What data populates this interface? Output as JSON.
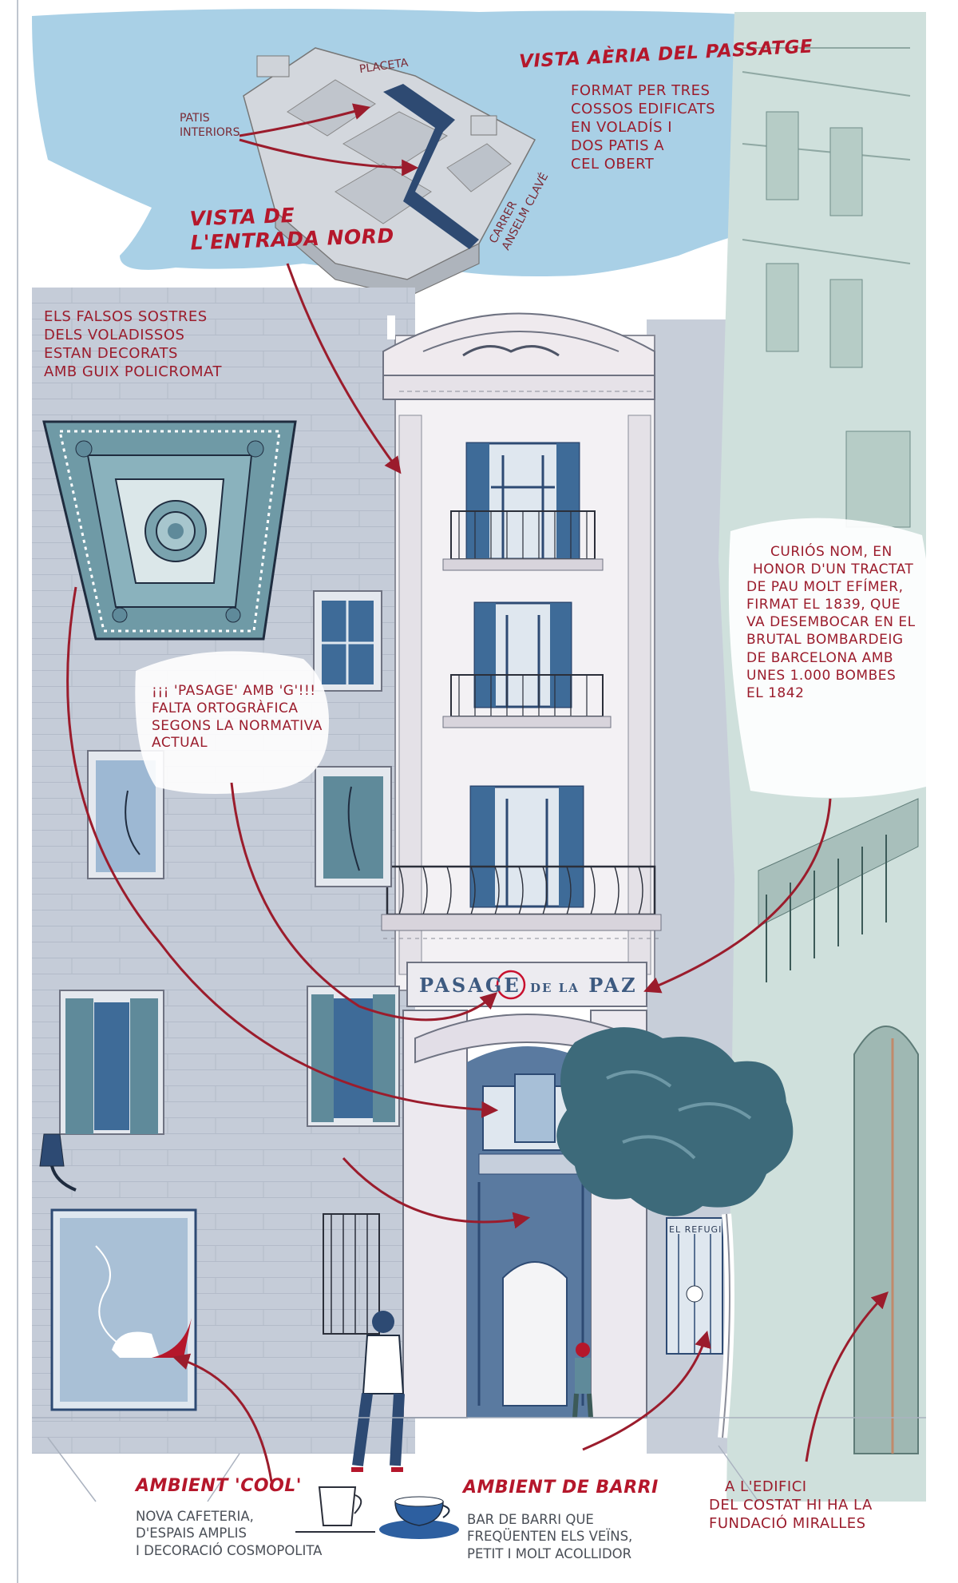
{
  "labels": {
    "placeta": "PLACETA",
    "patis_interiors": [
      "PATIS",
      "INTERIORS"
    ],
    "carrer": [
      "CARRER",
      "ANSELM CLAVÉ"
    ],
    "el_refugi": "EL REFUGI"
  },
  "aerial": {
    "title": "VISTA AÈRIA DEL PASSATGE",
    "text": [
      "FORMAT PER TRES",
      "COSSOS EDIFICATS",
      "EN VOLADÍS I",
      "DOS PATIS A",
      "CEL OBERT"
    ]
  },
  "north_entrance": {
    "title": [
      "VISTA DE",
      "L'ENTRADA NORD"
    ]
  },
  "ceilings": {
    "text": [
      "ELS FALSOS SOSTRES",
      "DELS VOLADISSOS",
      "ESTAN DECORATS",
      "AMB GUIX POLICROMAT"
    ]
  },
  "spelling": {
    "text": [
      "¡¡¡ 'PASAGE' AMB 'G'!!!",
      "FALTA ORTOGRÀFICA",
      "SEGONS LA NORMATIVA",
      "ACTUAL"
    ]
  },
  "name_note": {
    "text": [
      "CURIÓS NOM, EN",
      "HONOR D'UN TRACTAT",
      "DE PAU MOLT EFÍMER,",
      "FIRMAT EL 1839, QUE",
      "VA DESEMBOCAR EN EL",
      "BRUTAL BOMBARDEIG",
      "DE BARCELONA AMB",
      "UNES 1.000 BOMBES",
      "EL 1842"
    ]
  },
  "sign": {
    "left": "PASAGE",
    "right": "PAZ",
    "middle": "DE LA"
  },
  "cool": {
    "title": "AMBIENT 'COOL'",
    "text": [
      "NOVA CAFETERIA,",
      "D'ESPAIS AMPLIS",
      "I DECORACIÓ COSMOPOLITA"
    ]
  },
  "barri": {
    "title": "AMBIENT DE BARRI",
    "text": [
      "BAR DE BARRI QUE",
      "FREQÜENTEN ELS VEÏNS,",
      "PETIT I MOLT ACOLLIDOR"
    ]
  },
  "miralles": {
    "text": [
      "A L'EDIFICI",
      "DEL COSTAT HI HA LA",
      "FUNDACIÓ MIRALLES"
    ]
  },
  "colors": {
    "accent_red": "#b5172b",
    "sky_blue": "#a9d0e6",
    "facade_gray": "#c7ced9",
    "shutter_teal": "#5f8a9a",
    "window_navy": "#2d4a73"
  },
  "icons": [
    "coffee-cup-icon",
    "coffee-cup-saucer-icon",
    "street-lamp-icon",
    "pedestrian-figure",
    "tree-illustration"
  ]
}
